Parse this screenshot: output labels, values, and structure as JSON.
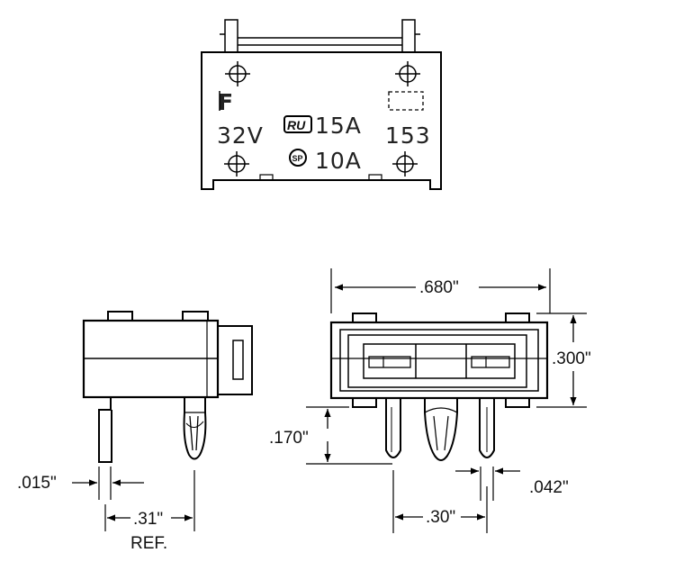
{
  "top_view": {
    "voltage": "32V",
    "ul_rating": "15A",
    "csa_rating": "10A",
    "part_code": "153",
    "logo_letter": "F",
    "ul_mark": "RU",
    "csa_mark": "SP"
  },
  "side_view": {
    "lead_thickness": ".015\"",
    "lead_spacing": ".31\"",
    "ref_label": "REF."
  },
  "front_view": {
    "width": ".680\"",
    "height": ".300\"",
    "lead_length": ".170\"",
    "lead_pitch": ".30\"",
    "lead_width": ".042\""
  },
  "colors": {
    "ink": "#000000",
    "background": "#ffffff"
  }
}
